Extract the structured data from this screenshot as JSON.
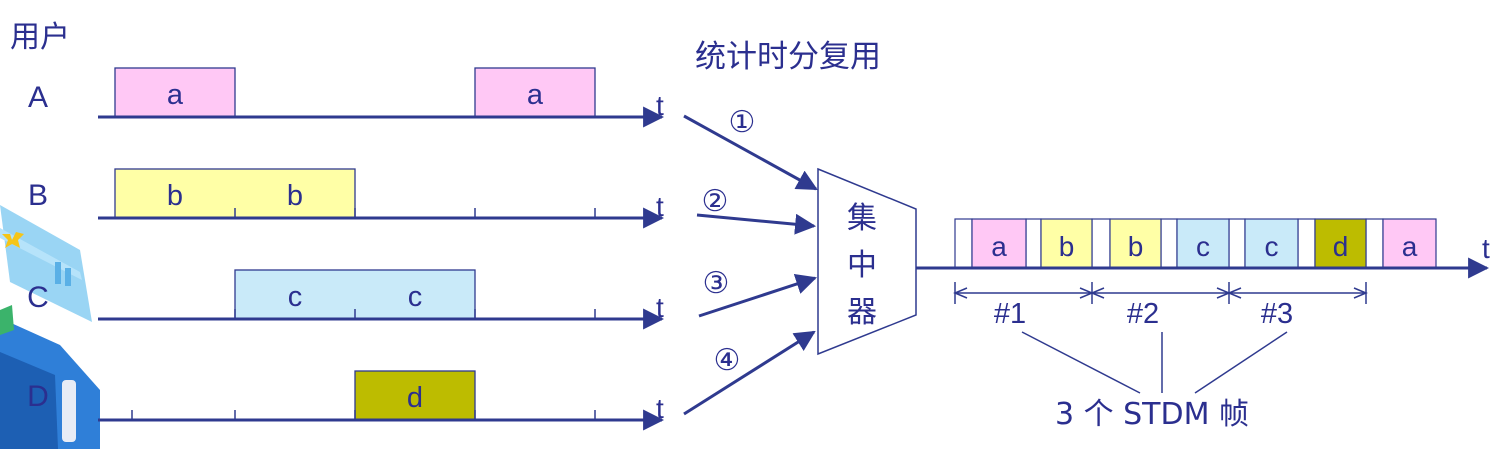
{
  "labels": {
    "users_header": "用户",
    "title": "统计时分复用",
    "time_symbol": "t",
    "concentrator": [
      "集",
      "中",
      "器"
    ],
    "frames_caption": "3 个 STDM 帧"
  },
  "colors": {
    "a": "#ffc8f5",
    "b": "#ffffa6",
    "c": "#c9eaf9",
    "d": "#bdbc00",
    "line": "#2f3a8f",
    "text": "#2b2f8f"
  },
  "users": [
    {
      "id": "A",
      "label": "A",
      "blocks": [
        {
          "slot": 0,
          "span": 1,
          "text": "a",
          "color": "a"
        },
        {
          "slot": 3,
          "span": 1,
          "text": "a",
          "color": "a"
        }
      ]
    },
    {
      "id": "B",
      "label": "B",
      "blocks": [
        {
          "slot": 0,
          "span": 2,
          "text": "b",
          "color": "b",
          "subtexts": [
            "b",
            "b"
          ]
        }
      ]
    },
    {
      "id": "C",
      "label": "C",
      "blocks": [
        {
          "slot": 1,
          "span": 2,
          "text": "c",
          "color": "c",
          "subtexts": [
            "c",
            "c"
          ]
        }
      ]
    },
    {
      "id": "D",
      "label": "D",
      "blocks": [
        {
          "slot": 2,
          "span": 1,
          "text": "d",
          "color": "d"
        }
      ]
    }
  ],
  "inputs": [
    "①",
    "②",
    "③",
    "④"
  ],
  "output_slots": [
    {
      "text": "a",
      "color": "a"
    },
    {
      "text": "b",
      "color": "b"
    },
    {
      "text": "b",
      "color": "b"
    },
    {
      "text": "c",
      "color": "c"
    },
    {
      "text": "c",
      "color": "c"
    },
    {
      "text": "d",
      "color": "d"
    },
    {
      "text": "a",
      "color": "a"
    }
  ],
  "frames": [
    "#1",
    "#2",
    "#3"
  ]
}
